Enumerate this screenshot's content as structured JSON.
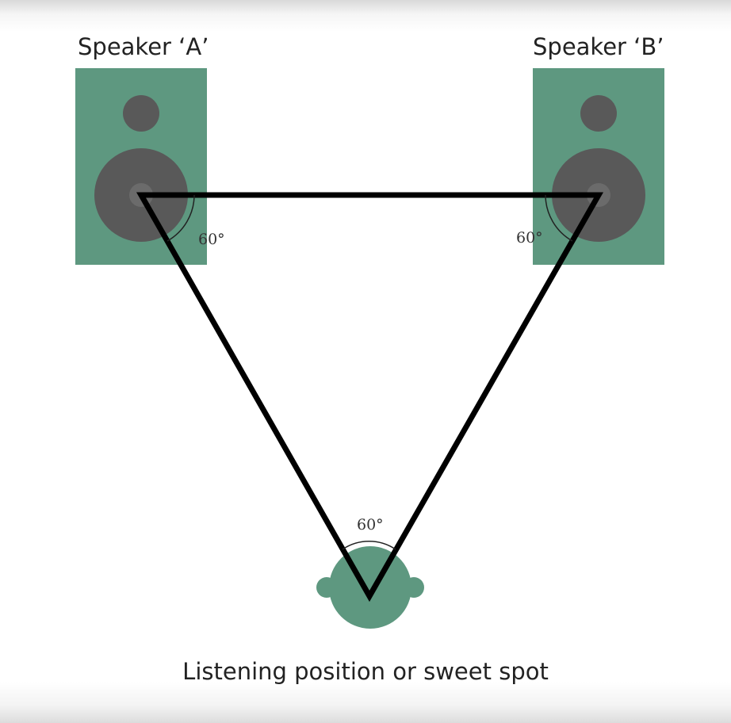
{
  "speakers": {
    "a": {
      "label": "Speaker ‘A’"
    },
    "b": {
      "label": "Speaker ‘B’"
    }
  },
  "angles": {
    "speaker_a": "60°",
    "speaker_b": "60°",
    "listener": "60°"
  },
  "caption": "Listening position or sweet spot",
  "colors": {
    "cabinet": "#5e9880",
    "driver": "#595959",
    "head": "#5e9880",
    "triangle": "#000000"
  }
}
